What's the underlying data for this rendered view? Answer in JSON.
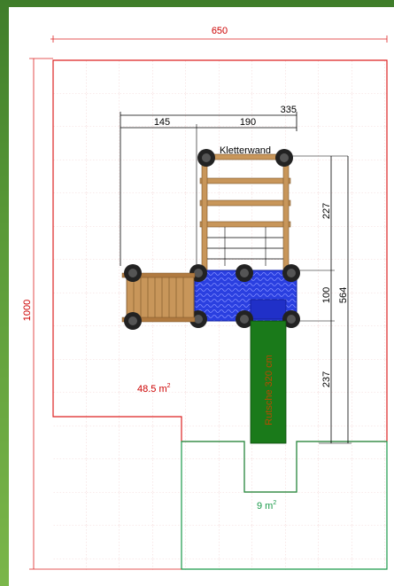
{
  "dimensions": {
    "total_width": "650",
    "total_height": "1000",
    "structure_width": "335",
    "left_part": "145",
    "right_part": "190",
    "climb_height": "227",
    "platform_depth": "100",
    "slide_length": "237",
    "overall_depth": "564"
  },
  "labels": {
    "kletterwand": "Kletterwand",
    "rutsche": "Rutsche 320 cm"
  },
  "areas": {
    "red_value": "48.5 m",
    "red_exp": "2",
    "green_value": "9 m",
    "green_exp": "2"
  },
  "colors": {
    "outline_red": "#dd2222",
    "outline_green": "#1a9a4a",
    "platform_blue": "#2233dd",
    "slide_green": "#1a7a1a",
    "wood": "#c8965a",
    "background_frame": "#5a9a38"
  }
}
